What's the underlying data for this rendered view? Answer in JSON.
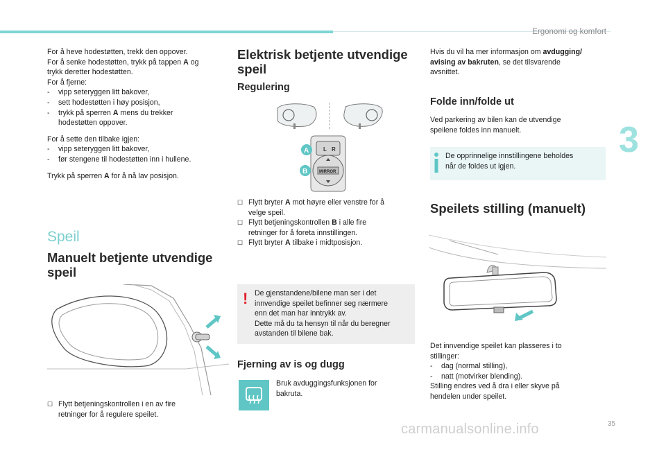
{
  "header": {
    "title": "Ergonomi og komfort",
    "chapter": "3",
    "page": "35"
  },
  "watermark": "carmanualsonline.info",
  "col1": {
    "p1": [
      "For å heve hodestøtten, trekk den oppover.",
      "For å senke hodestøtten, trykk på tappen ",
      "A",
      " og",
      "trykk deretter hodestøtten.",
      "For å fjerne:"
    ],
    "remove_steps": [
      "vipp seteryggen litt bakover,",
      "sett hodestøtten i høy posisjon,",
      "trykk på sperren ",
      "A",
      " mens du trekker",
      "hodestøtten oppover."
    ],
    "reset_title": "For å sette den tilbake igjen:",
    "reset_steps": [
      "vipp seteryggen litt bakover,",
      "før stengene til hodestøtten inn i hullene."
    ],
    "low_pos": [
      "Trykk på sperren ",
      "A",
      " for å nå lav posisjon."
    ],
    "section_title": "Speil",
    "manual_title": "Manuelt betjente utvendige speil",
    "manual_instr": [
      "Flytt betjeningskontrollen i en av fire",
      "retninger for å regulere speilet."
    ]
  },
  "col2": {
    "title": "Elektrisk betjente utvendige speil",
    "sub": "Regulering",
    "control": {
      "a": "A",
      "b": "B",
      "l": "L",
      "r": "R",
      "mirror": "MIRROR"
    },
    "steps": [
      [
        "Flytt bryter ",
        "A",
        " mot høyre eller venstre for å",
        "velge speil."
      ],
      [
        "Flytt betjeningskontrollen ",
        "B",
        " i alle fire",
        "retninger for å foreta innstillingen."
      ],
      [
        "Flytt bryter ",
        "A",
        " tilbake i midtposisjon."
      ]
    ],
    "warning": [
      "De gjenstandene/bilene man ser i det",
      "innvendige speilet befinner seg nærmere",
      "enn det man har inntrykk av.",
      "Dette må du ta hensyn til når du beregner",
      "avstanden til bilene bak."
    ],
    "defog_title": "Fjerning av is og dugg",
    "defog_text": [
      "Bruk avduggingsfunksjonen for",
      "bakruta."
    ]
  },
  "col3": {
    "info": [
      "Hvis du vil ha mer informasjon om ",
      "avdugging/",
      "avising av bakruten",
      ", se det tilsvarende",
      "avsnittet."
    ],
    "fold_title": "Folde inn/folde ut",
    "fold_text": [
      "Ved parkering av bilen kan de utvendige",
      "speilene foldes inn manuelt."
    ],
    "fold_note": [
      "De opprinnelige innstillingene beholdes",
      "når de foldes ut igjen."
    ],
    "pos_title": "Speilets stilling (manuelt)",
    "pos_text": [
      "Det innvendige speilet kan plasseres i to",
      "stillinger:"
    ],
    "pos_items": [
      "dag (normal stilling),",
      "natt (motvirker blending)."
    ],
    "pos_end": [
      "Stilling endres ved å dra i eller skyve på",
      "hendelen under speilet."
    ]
  },
  "colors": {
    "accent": "#7dd6d4",
    "warning": "#e3202a",
    "note_bg": "#eaf6f6"
  },
  "marks": {
    "dash": "-",
    "bullet": ""
  }
}
